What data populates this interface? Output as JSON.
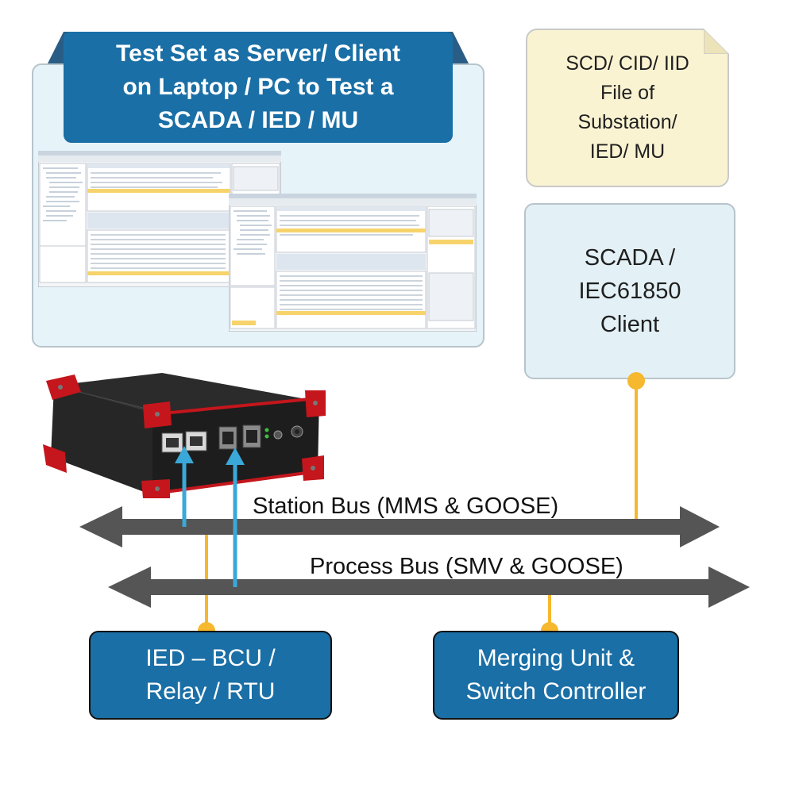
{
  "laptop_panel": {
    "title_lines": [
      "Test Set as Server/ Client",
      "on Laptop / PC to Test a",
      "SCADA / IED / MU"
    ]
  },
  "file_note": {
    "lines": [
      "SCD/ CID/ IID",
      "File of",
      "Substation/",
      "IED/ MU"
    ]
  },
  "client_box": {
    "lines": [
      "SCADA /",
      "IEC61850",
      "Client"
    ]
  },
  "buses": {
    "station_label": "Station Bus (MMS & GOOSE)",
    "process_label": "Process Bus (SMV & GOOSE)"
  },
  "ied_box": {
    "lines": [
      "IED – BCU /",
      "Relay / RTU"
    ]
  },
  "mu_box": {
    "lines": [
      "Merging Unit &",
      "Switch Controller"
    ]
  },
  "colors": {
    "title_blue": "#1a6fa6",
    "panel_light_blue": "#e6f3f8",
    "note_yellow": "#faf3d2",
    "bus_gray": "#555555",
    "link_yellow": "#f5b82e",
    "link_cyan": "#3aa8d8",
    "device_red": "#c4161c"
  },
  "icons": {
    "test_device": "test-set-device-image",
    "software": "software-screenshot-image"
  }
}
